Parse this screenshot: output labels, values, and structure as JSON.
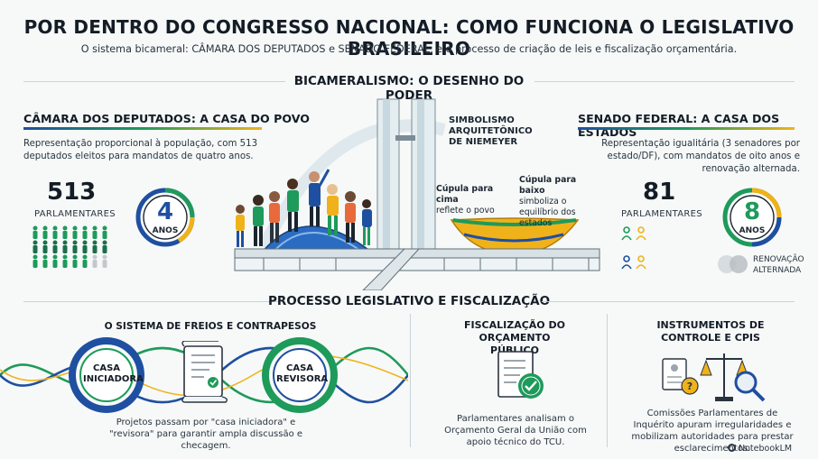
{
  "header": {
    "title": "POR DENTRO DO CONGRESSO NACIONAL: COMO FUNCIONA O LEGISLATIVO BRASILEIRO",
    "subtitle": "O sistema bicameral: CÂMARA DOS DEPUTADOS e SENADO FEDERAL, e o processo de criação de leis e fiscalização orçamentária."
  },
  "section1": {
    "heading": "BICAMERALISMO: O DESENHO DO PODER"
  },
  "camara": {
    "heading": "CÂMARA DOS DEPUTADOS: A CASA DO POVO",
    "description": "Representação proporcional à população, com 513 deputados eleitos para mandatos de quatro anos.",
    "count": "513",
    "count_label": "PARLAMENTARES",
    "term_number": "4",
    "term_label": "ANOS"
  },
  "center": {
    "symbol_title": "SIMBOLISMO ARQUITETÔNICO DE NIEMEYER",
    "cupula_cima_bold": "Cúpula para cima",
    "cupula_cima_text": "reflete o povo",
    "cupula_baixo_bold": "Cúpula para baixo",
    "cupula_baixo_text": "simboliza o equilíbrio dos estados"
  },
  "senado": {
    "heading": "SENADO FEDERAL: A CASA DOS ESTADOS",
    "description": "Representação igualitária (3 senadores por estado/DF), com mandatos de oito anos e renovação alternada.",
    "count": "81",
    "count_label": "PARLAMENTARES",
    "term_number": "8",
    "term_label": "ANOS",
    "renewal_label": "RENOVAÇÃO ALTERNADA"
  },
  "section2": {
    "heading": "PROCESSO LEGISLATIVO E FISCALIZAÇÃO"
  },
  "freios": {
    "heading": "O SISTEMA DE FREIOS E CONTRAPESOS",
    "casa1": "CASA INICIADORA",
    "casa2": "CASA REVISORA",
    "description": "Projetos passam por \"casa iniciadora\" e \"revisora\" para garantir ampla discussão e checagem."
  },
  "fiscalizacao": {
    "heading": "FISCALIZAÇÃO DO ORÇAMENTO PÚBLICO",
    "description": "Parlamentares analisam o Orçamento Geral da União com apoio técnico do TCU."
  },
  "cpis": {
    "heading": "INSTRUMENTOS DE CONTROLE E CPIS",
    "description": "Comissões Parlamentares de Inquérito apuram irregularidades e mobilizam autoridades para prestar esclarecimentos."
  },
  "footer": {
    "brand": "NotebookLM"
  },
  "colors": {
    "blue": "#1f4fa0",
    "green": "#1e9a5a",
    "yellow": "#f0b21a",
    "ink": "#141c26"
  }
}
